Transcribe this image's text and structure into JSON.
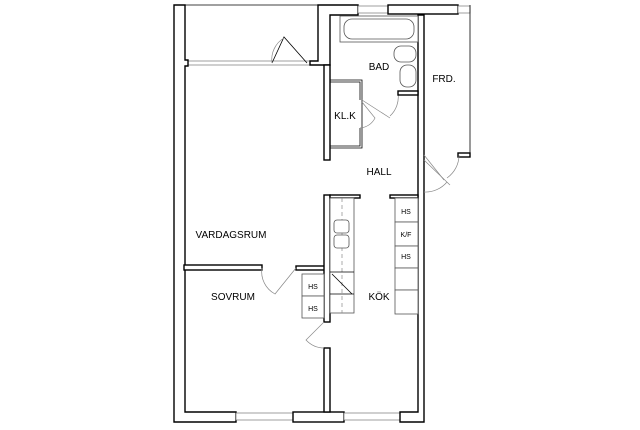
{
  "rooms": {
    "bad": "BAD",
    "frd": "FRD.",
    "klk": "KL.K",
    "hall": "HALL",
    "vardagsrum": "VARDAGSRUM",
    "sovrum": "SOVRUM",
    "kok": "KÖK"
  },
  "fixtures": {
    "kitchen_cabinets": [
      "HS",
      "K/F",
      "HS"
    ],
    "bedroom_cabinets": [
      "HS",
      "HS"
    ]
  }
}
